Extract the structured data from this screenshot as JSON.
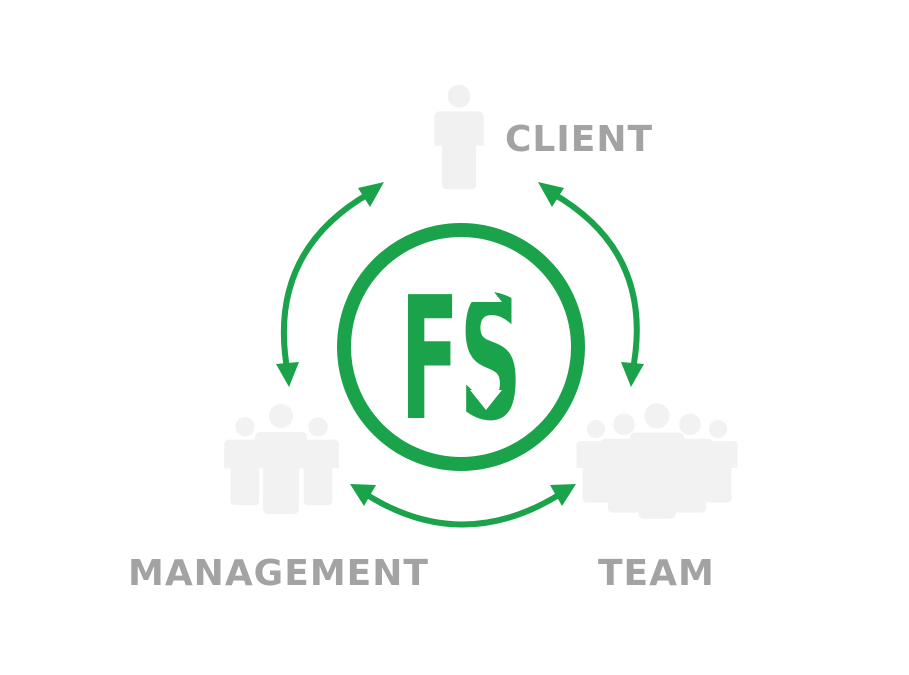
{
  "colors": {
    "accent": "#1aa34a",
    "label_gray": "#a3a3a3",
    "figure_gray": "#f1f1f1"
  },
  "logo": {
    "letters": "FS"
  },
  "nodes": {
    "client": {
      "label": "CLIENT",
      "icon": "person-icon"
    },
    "management": {
      "label": "MANAGEMENT",
      "icon": "group-icon"
    },
    "team": {
      "label": "TEAM",
      "icon": "group-icon"
    }
  }
}
